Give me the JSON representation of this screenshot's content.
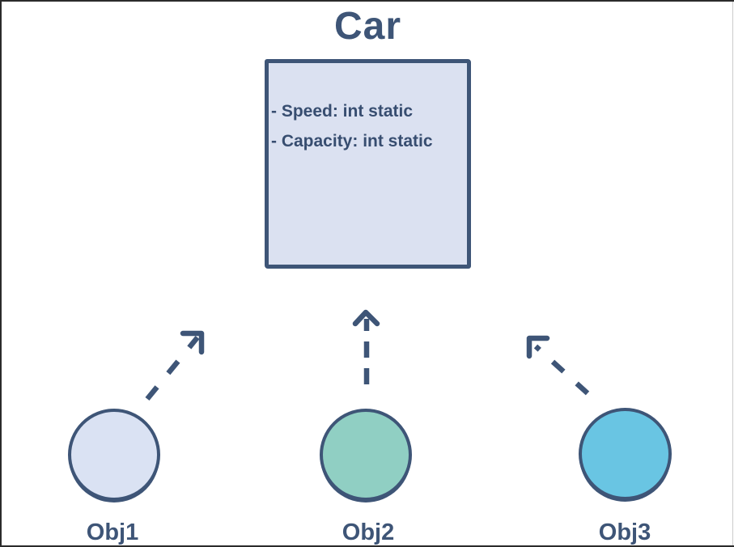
{
  "diagram": {
    "title": "Car",
    "class_box": {
      "attributes": [
        "- Speed: int static",
        "- Capacity: int static"
      ]
    },
    "objects": [
      {
        "label": "Obj1"
      },
      {
        "label": "Obj2"
      },
      {
        "label": "Obj3"
      }
    ],
    "colors": {
      "navy": "#3e5577",
      "text": "#374d70",
      "box-fill": "#dbe1f1",
      "obj1-fill": "#dae2f3",
      "obj2-fill": "#90cfc3",
      "obj3-fill": "#69c5e3",
      "frame": "#2b2b2b",
      "right-line": "#cccccc"
    }
  }
}
